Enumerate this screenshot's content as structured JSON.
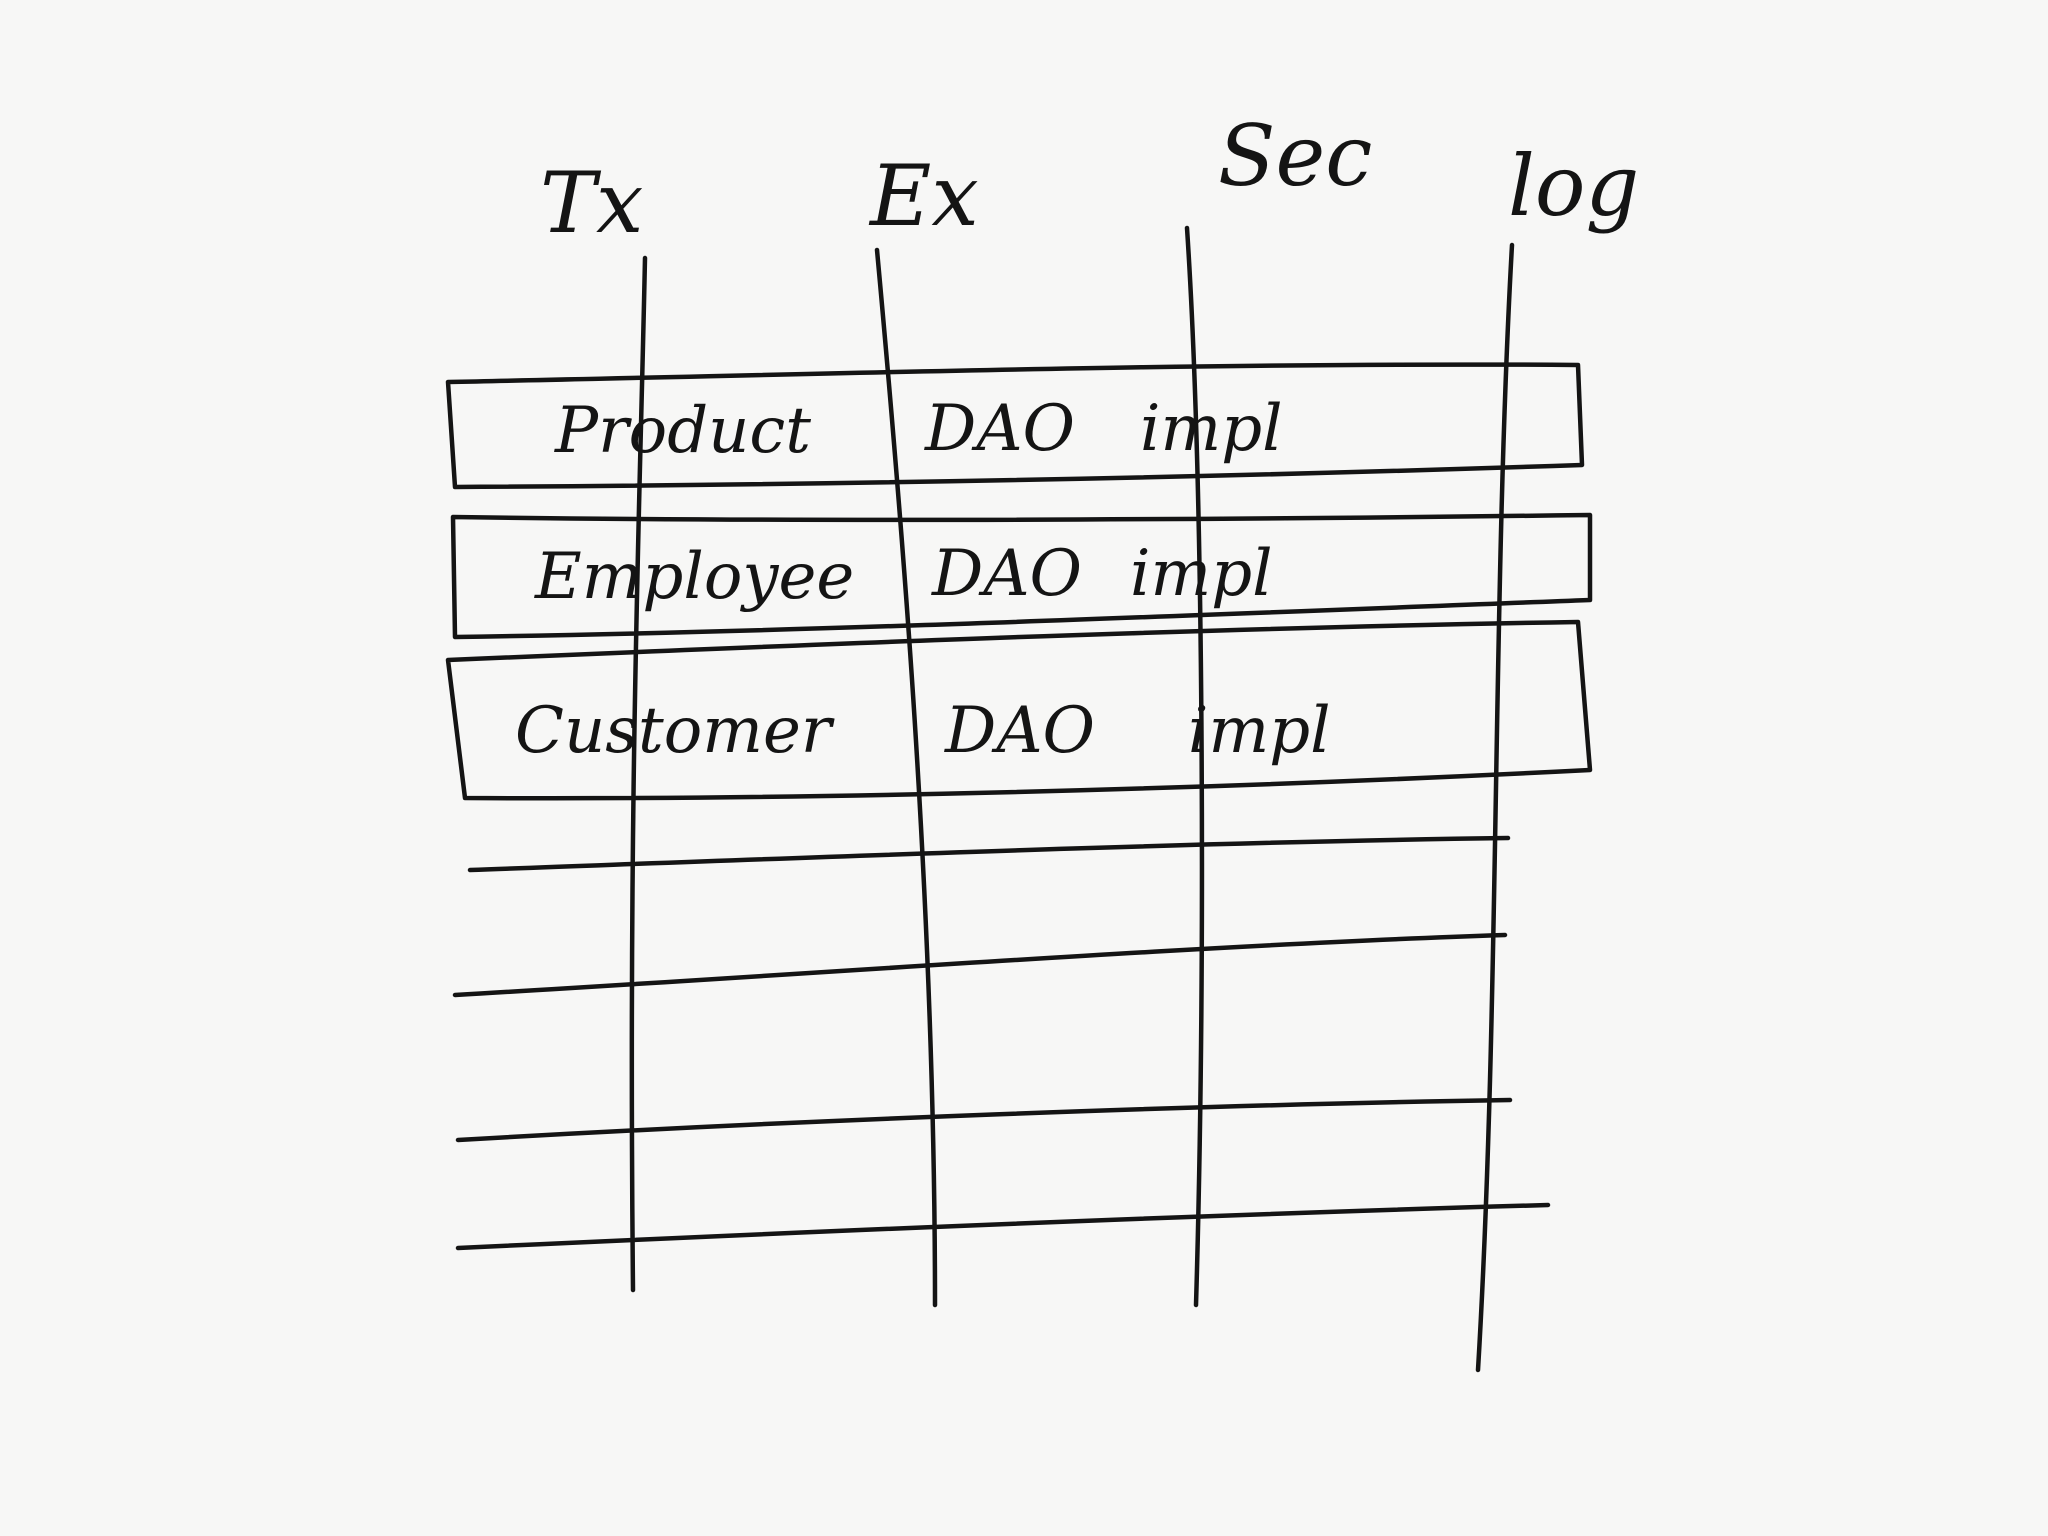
{
  "columns": [
    {
      "label": "Tx"
    },
    {
      "label": "Ex"
    },
    {
      "label": "Sec"
    },
    {
      "label": "log"
    }
  ],
  "rows": [
    {
      "entity": "Product",
      "dao": "DAO",
      "impl": "impl"
    },
    {
      "entity": "Employee",
      "dao": "DAO",
      "impl": "impl"
    },
    {
      "entity": "Customer",
      "dao": "DAO",
      "impl": "impl"
    }
  ],
  "empty_rows": 4,
  "colors": {
    "ink": "#141414",
    "paper": "#f7f7f6"
  }
}
